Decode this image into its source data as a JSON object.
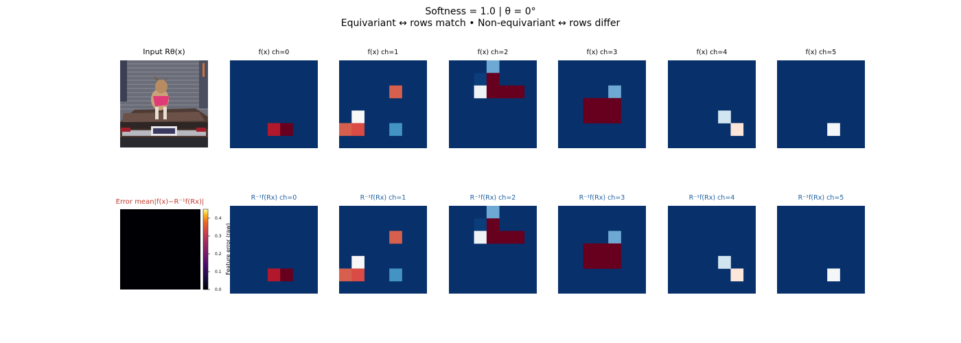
{
  "figure": {
    "title_line1": "Softness = 1.0   |   θ = 0°",
    "title_line2": "Equivariant ↔ rows match   •   Non-equivariant ↔ rows differ"
  },
  "colors": {
    "dark_blue": "#08306b",
    "row2_title": "#1f5fa0",
    "error_title": "#c0392b"
  },
  "input_panel": {
    "title": "Input Rθ(x)",
    "icon": "photo-of-dog-sitting-on-car"
  },
  "error_panel": {
    "title": "Error  mean|f(x)−R⁻¹f(Rx)|",
    "colorbar_label": "Feature error (raw)",
    "colorbar_ticks": [
      "0.0",
      "0.1",
      "0.2",
      "0.3",
      "0.4"
    ],
    "colorbar_range": [
      0,
      0.45
    ],
    "error_value": 0.0
  },
  "chart_data": {
    "type": "heatmap",
    "grid_size": 7,
    "colormap": "RdBu_r",
    "rows": [
      {
        "title_prefix": "f(x)"
      },
      {
        "title_prefix": "R⁻¹f(Rx)"
      }
    ],
    "channels": [
      {
        "label": "ch=0",
        "cells": [
          {
            "r": 5,
            "c": 3,
            "color": "#b2182b"
          },
          {
            "r": 5,
            "c": 4,
            "color": "#67001f"
          }
        ]
      },
      {
        "label": "ch=1",
        "cells": [
          {
            "r": 2,
            "c": 4,
            "color": "#d6604d"
          },
          {
            "r": 4,
            "c": 1,
            "color": "#f7f7f7"
          },
          {
            "r": 5,
            "c": 0,
            "color": "#d6604d"
          },
          {
            "r": 5,
            "c": 1,
            "color": "#d94b44"
          },
          {
            "r": 5,
            "c": 4,
            "color": "#4393c3"
          }
        ]
      },
      {
        "label": "ch=2",
        "cells": [
          {
            "r": 0,
            "c": 3,
            "color": "#6ea9d4"
          },
          {
            "r": 1,
            "c": 2,
            "color": "#0a3d7a"
          },
          {
            "r": 1,
            "c": 3,
            "color": "#67001f"
          },
          {
            "r": 2,
            "c": 2,
            "color": "#eef3f8"
          },
          {
            "r": 2,
            "c": 3,
            "color": "#67001f"
          },
          {
            "r": 2,
            "c": 4,
            "color": "#67001f"
          },
          {
            "r": 2,
            "c": 5,
            "color": "#67001f"
          }
        ]
      },
      {
        "label": "ch=3",
        "cells": [
          {
            "r": 2,
            "c": 4,
            "color": "#6ea9d4"
          },
          {
            "r": 3,
            "c": 2,
            "color": "#67001f"
          },
          {
            "r": 3,
            "c": 3,
            "color": "#67001f"
          },
          {
            "r": 3,
            "c": 4,
            "color": "#67001f"
          },
          {
            "r": 4,
            "c": 2,
            "color": "#67001f"
          },
          {
            "r": 4,
            "c": 3,
            "color": "#67001f"
          },
          {
            "r": 4,
            "c": 4,
            "color": "#67001f"
          }
        ]
      },
      {
        "label": "ch=4",
        "cells": [
          {
            "r": 4,
            "c": 4,
            "color": "#d1e5f0"
          },
          {
            "r": 5,
            "c": 5,
            "color": "#fbe6d9"
          }
        ]
      },
      {
        "label": "ch=5",
        "cells": [
          {
            "r": 5,
            "c": 4,
            "color": "#f4f6f8"
          }
        ]
      }
    ]
  }
}
